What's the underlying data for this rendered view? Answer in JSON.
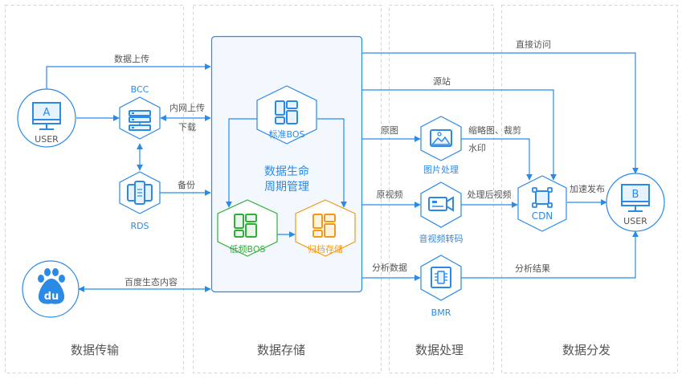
{
  "columns": [
    {
      "label": "数据传输"
    },
    {
      "label": "数据存储"
    },
    {
      "label": "数据处理"
    },
    {
      "label": "数据分发"
    }
  ],
  "nodes": {
    "user_a": {
      "letter": "A",
      "label": "USER"
    },
    "bcc": {
      "label": "BCC"
    },
    "rds": {
      "label": "RDS"
    },
    "baidu": {
      "label": "du"
    },
    "standard_bos": {
      "label": "标准BOS"
    },
    "lifecycle": {
      "line1": "数据生命",
      "line2": "周期管理"
    },
    "low_freq_bos": {
      "label": "低频BOS"
    },
    "archive": {
      "label": "归档存储"
    },
    "image_proc": {
      "label": "图片处理"
    },
    "video_trans": {
      "label": "音视频转码"
    },
    "bmr": {
      "label": "BMR"
    },
    "cdn": {
      "label": "CDN"
    },
    "user_b": {
      "letter": "B",
      "label": "USER"
    }
  },
  "edges": {
    "upload": "数据上传",
    "intranet_upload": "内网上传",
    "download": "下载",
    "backup": "备份",
    "baidu_content": "百度生态内容",
    "direct_access": "直接访问",
    "origin": "源站",
    "original_image": "原图",
    "thumb_crop": "缩略图、裁剪",
    "watermark": "水印",
    "original_video": "原视频",
    "processed_video": "处理后视频",
    "analysis_data": "分析数据",
    "analysis_result": "分析结果",
    "accelerate": "加速发布"
  },
  "colors": {
    "primary": "#2a8ae6",
    "green": "#2fae3a",
    "orange": "#f19a1a",
    "panel": "#f2f8fe"
  }
}
